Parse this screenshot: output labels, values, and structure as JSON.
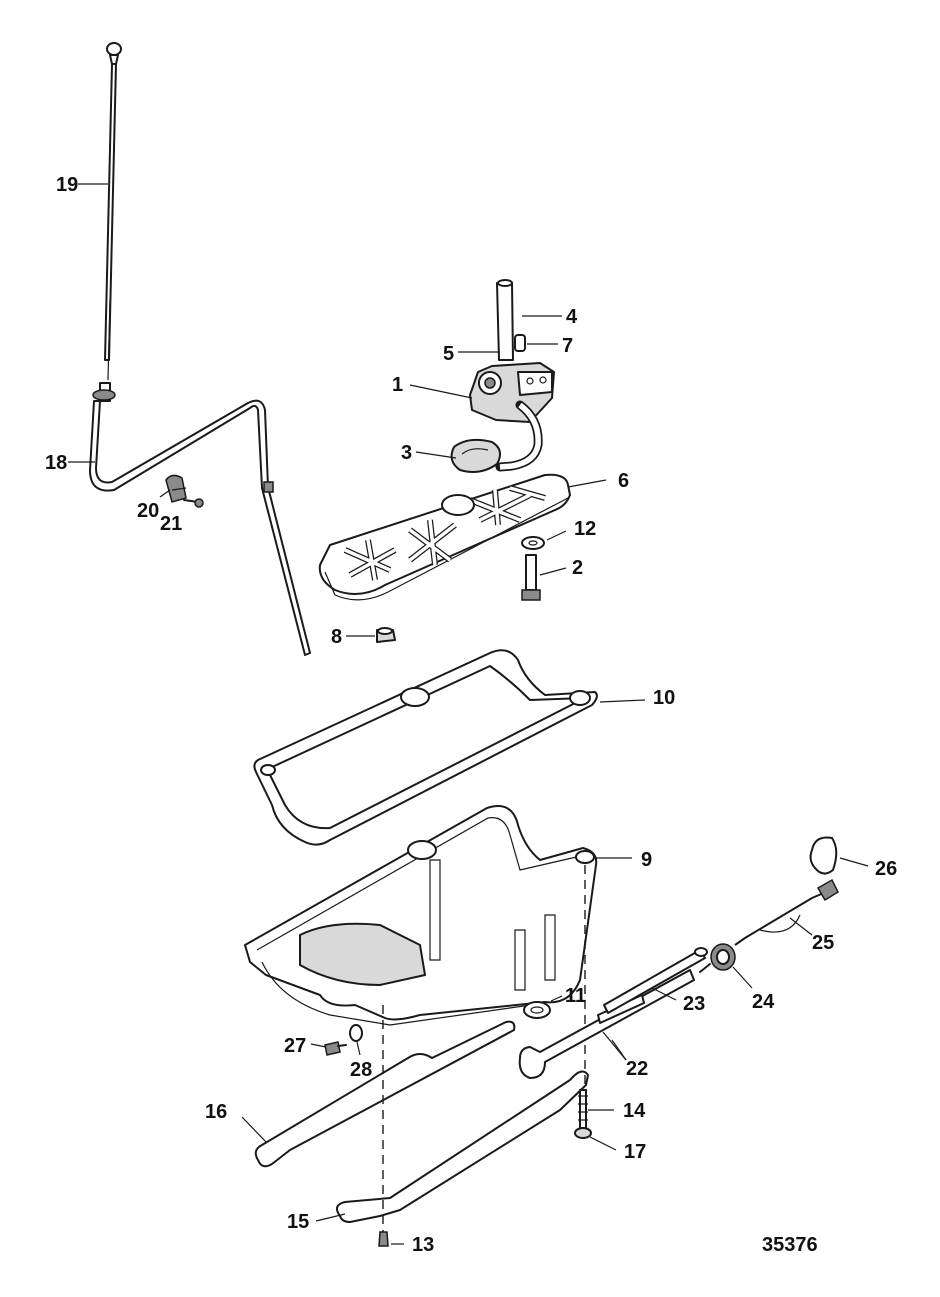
{
  "callouts": {
    "c1": "1",
    "c2": "2",
    "c3": "3",
    "c4": "4",
    "c5": "5",
    "c6": "6",
    "c7": "7",
    "c8": "8",
    "c9": "9",
    "c10": "10",
    "c11": "11",
    "c12": "12",
    "c13": "13",
    "c14": "14",
    "c15": "15",
    "c16": "16",
    "c17": "17",
    "c18": "18",
    "c19": "19",
    "c20": "20",
    "c21": "21",
    "c22": "22",
    "c23": "23",
    "c24": "24",
    "c25": "25",
    "c26": "26",
    "c27": "27",
    "c28": "28"
  },
  "figure_id": "35376"
}
